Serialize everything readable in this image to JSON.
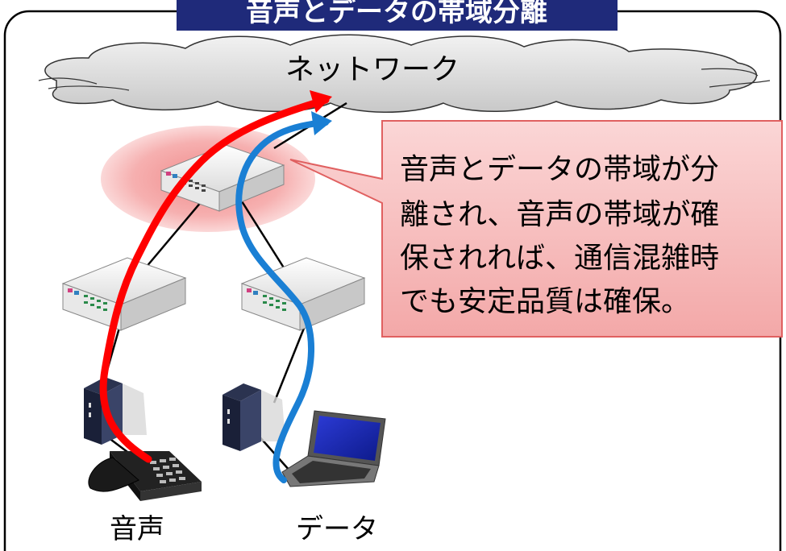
{
  "title": "音声とデータの帯域分離",
  "cloud_label": "ネットワーク",
  "callout": {
    "lines": [
      "音声とデータの帯域が分",
      "離され、音声の帯域が確",
      "保されれば、通信混雑時",
      "でも安定品質は確保。"
    ]
  },
  "labels": {
    "voice": "音声",
    "data": "データ"
  },
  "colors": {
    "title_bg": "#1f2a7a",
    "voice_path": "#ff0000",
    "data_path": "#1a7fd4",
    "callout_fill": "#f6c0c0",
    "callout_border": "#e06060",
    "highlight": "#f4a0a0"
  }
}
